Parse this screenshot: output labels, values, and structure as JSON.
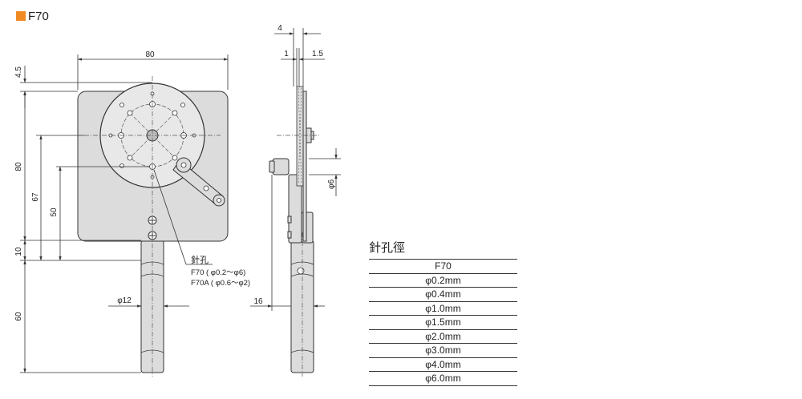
{
  "header": {
    "title": "F70",
    "badge_color": "#f08a24"
  },
  "front_view": {
    "dim_width": "80",
    "dim_top_offset": "4.5",
    "dim_height": "80",
    "dim_67": "67",
    "dim_50": "50",
    "dim_10": "10",
    "dim_60": "60",
    "dim_rod_diameter": "φ12",
    "pinhole_label": "針孔",
    "pinhole_range_f70": "F70 ( φ0.2～φ6)",
    "pinhole_range_f70a": "F70A ( φ0.6～φ2)"
  },
  "side_view": {
    "dim_4": "4",
    "dim_1": "1",
    "dim_1_5": "1.5",
    "dim_phi6": "φ6",
    "dim_16": "16"
  },
  "table": {
    "caption": "針孔徑",
    "header": "F70",
    "rows": [
      "φ0.2mm",
      "φ0.4mm",
      "φ1.0mm",
      "φ1.5mm",
      "φ2.0mm",
      "φ3.0mm",
      "φ4.0mm",
      "φ6.0mm"
    ]
  }
}
